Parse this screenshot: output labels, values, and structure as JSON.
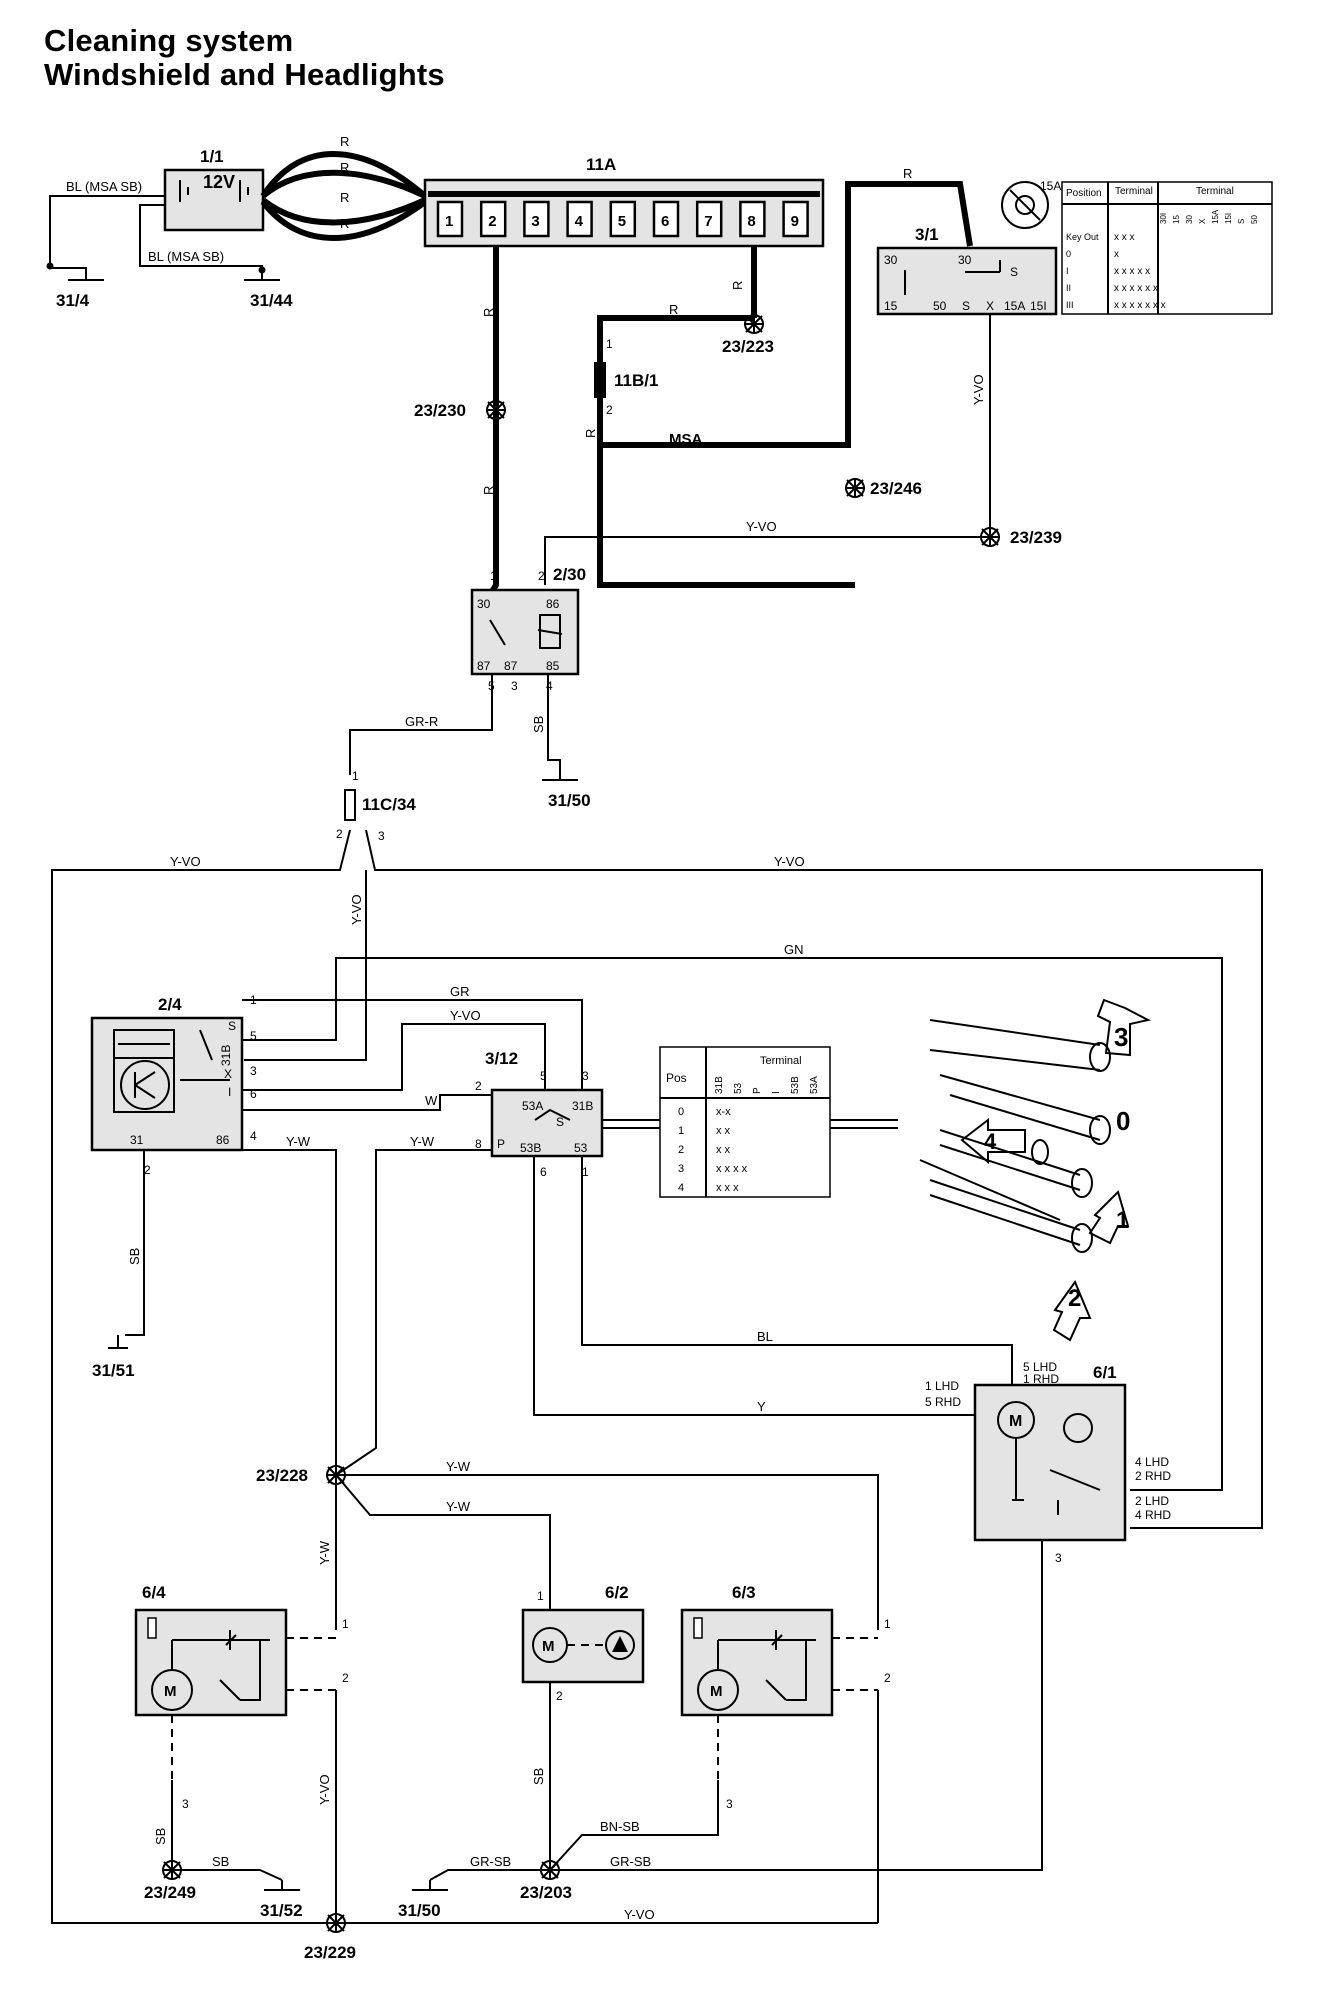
{
  "title": {
    "line1": "Cleaning system",
    "line2": "Windshield and Headlights"
  },
  "components": {
    "battery": {
      "id": "1/1",
      "voltage": "12V"
    },
    "fuse_box": {
      "id": "11A",
      "fuses": [
        "1",
        "2",
        "3",
        "4",
        "5",
        "6",
        "7",
        "8",
        "9"
      ]
    },
    "ignition_switch": {
      "id": "3/1",
      "pins": [
        "30",
        "30",
        "S",
        "15",
        "50",
        "S",
        "X",
        "15A",
        "15I"
      ]
    },
    "ignition_table": {
      "header_position": "Position",
      "header_terminal_a": "Terminal",
      "header_terminal_b": "Terminal",
      "terminal_cols": [
        "30I",
        "15",
        "30",
        "X",
        "15A",
        "15I",
        "S",
        "50"
      ],
      "rows": [
        {
          "pos": "Key Out",
          "marks": "x  x     x"
        },
        {
          "pos": "0",
          "marks": "x        "
        },
        {
          "pos": "I",
          "marks": "x  x x x x"
        },
        {
          "pos": "II",
          "marks": "x x x x x x"
        },
        {
          "pos": "III",
          "marks": "x x x x x x x"
        }
      ]
    },
    "fuse_11b1": {
      "id": "11B/1"
    },
    "relay_2_30": {
      "id": "2/30",
      "pins": [
        "30",
        "86",
        "87",
        "87",
        "85"
      ]
    },
    "connector_11c34": {
      "id": "11C/34"
    },
    "control_2_4": {
      "id": "2/4",
      "pins": [
        "S",
        "31B",
        "X",
        "I",
        "86",
        "31"
      ]
    },
    "switch_3_12": {
      "id": "3/12",
      "pins": [
        "53A",
        "31B",
        "S",
        "P",
        "53B",
        "53"
      ]
    },
    "wiper_table": {
      "header_pos": "Pos",
      "header_terminal": "Terminal",
      "terminal_cols": [
        "31B",
        "53",
        "P",
        "I",
        "53B",
        "53A"
      ],
      "rows": [
        {
          "pos": "0",
          "marks": "x-x"
        },
        {
          "pos": "1",
          "marks": "x x"
        },
        {
          "pos": "2",
          "marks": "x x"
        },
        {
          "pos": "3",
          "marks": "x x x x"
        },
        {
          "pos": "4",
          "marks": "x x x"
        }
      ]
    },
    "stalk_positions": [
      "3",
      "0",
      "4",
      "1",
      "2"
    ],
    "wiper_motor": {
      "id": "6/1",
      "pins": [
        "5 LHD",
        "1 RHD",
        "1 LHD",
        "5 RHD",
        "4 LHD",
        "2 RHD",
        "2 LHD",
        "4 RHD",
        "3"
      ]
    },
    "pump_6_4": {
      "id": "6/4"
    },
    "pump_6_2": {
      "id": "6/2"
    },
    "pump_6_3": {
      "id": "6/3"
    },
    "motor_symbol": "M"
  },
  "wires": {
    "BL_MSA_SB": "BL (MSA SB)",
    "R": "R",
    "Y_VO": "Y-VO",
    "MSA": "MSA",
    "GR_R": "GR-R",
    "SB": "SB",
    "GN": "GN",
    "GR": "GR",
    "W": "W",
    "Y_W": "Y-W",
    "BL": "BL",
    "Y": "Y",
    "BN_SB": "BN-SB",
    "GR_SB": "GR-SB"
  },
  "pin_numbers": [
    "1",
    "2",
    "3",
    "4",
    "5",
    "6",
    "8"
  ],
  "grounds": {
    "g31_4": "31/4",
    "g31_44": "31/44",
    "g31_50a": "31/50",
    "g31_51": "31/51",
    "g31_52": "31/52",
    "g31_50b": "31/50"
  },
  "splices": {
    "s23_223": "23/223",
    "s23_230": "23/230",
    "s23_246": "23/246",
    "s23_239": "23/239",
    "s23_228": "23/228",
    "s23_249": "23/249",
    "s23_203": "23/203",
    "s23_229": "23/229"
  }
}
